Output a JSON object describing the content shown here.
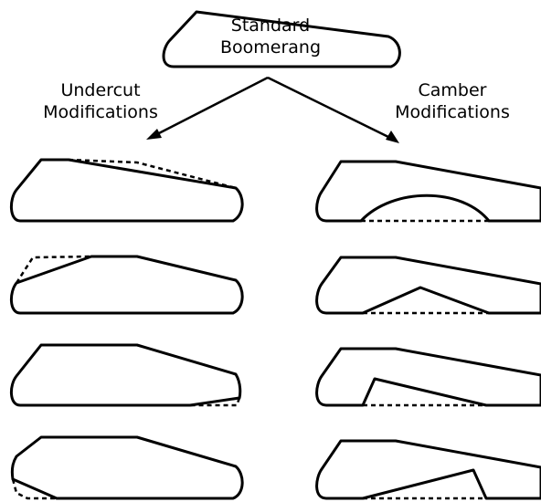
{
  "labels": {
    "standard": [
      "Standard",
      "Boomerang"
    ],
    "undercut": [
      "Undercut",
      "Modifications"
    ],
    "camber": [
      "Camber",
      "Modifications"
    ]
  }
}
